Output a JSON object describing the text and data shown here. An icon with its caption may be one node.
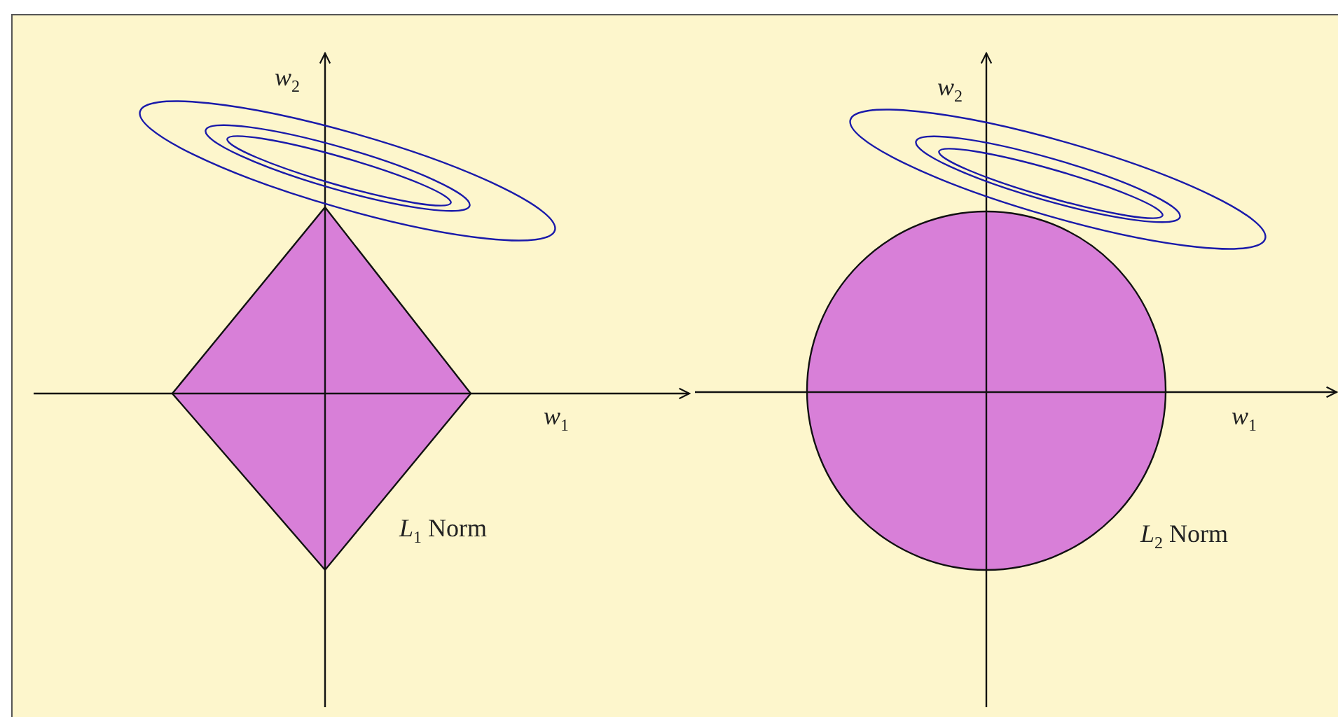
{
  "diagram": {
    "labels": [
      "*w*$_{2}$",
      "*w*$_{2}$",
      "*w*$_{1}$",
      "*w*$_{1}$",
      "*L*$_{1}$ Norm",
      "*L*$_{2}$ Norm"
    ]
  }
}
